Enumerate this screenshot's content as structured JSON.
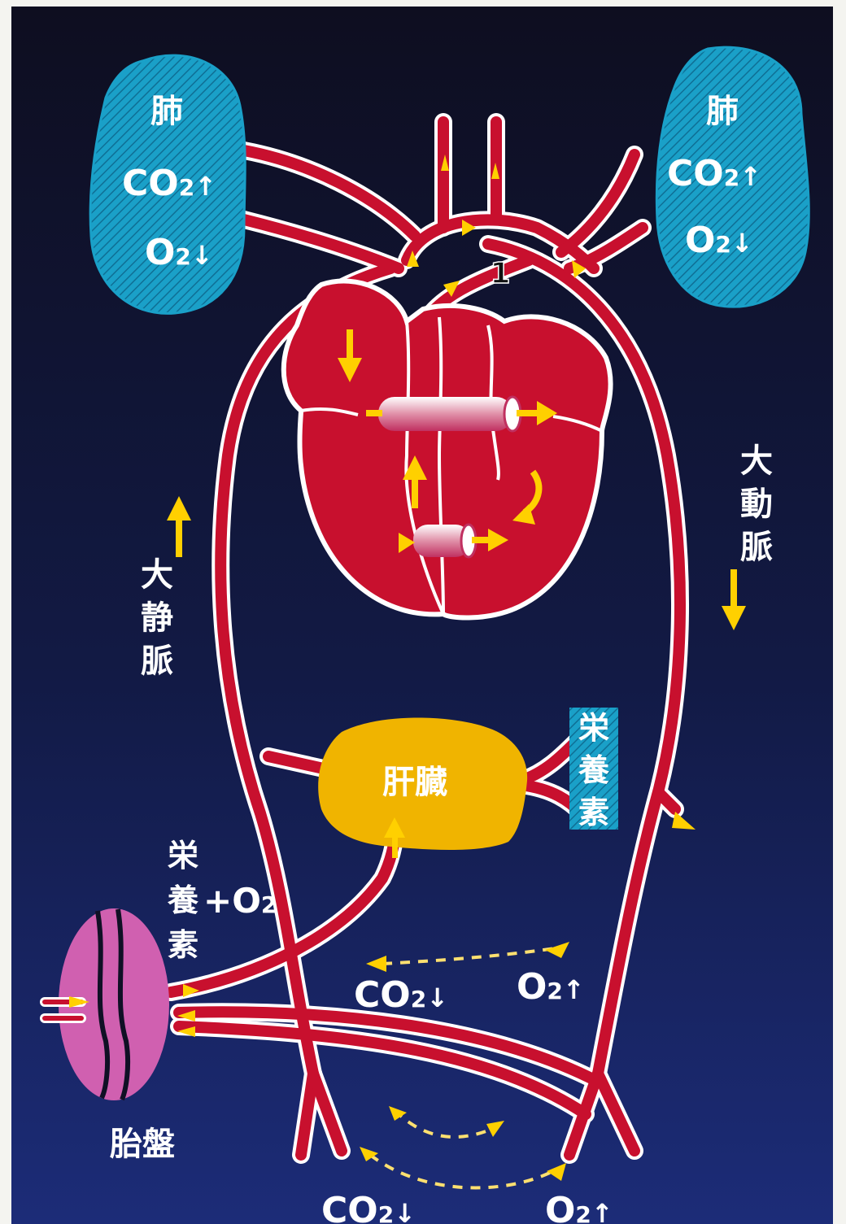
{
  "colors": {
    "background_top": "#101025",
    "background_bottom": "#1a2870",
    "lung": "#1aa0c8",
    "heart": "#c8102e",
    "vessel": "#c8102e",
    "vessel_outline": "#ffffff",
    "liver": "#f0b400",
    "placenta": "#d060b0",
    "arrow": "#ffd000"
  },
  "lung_left": {
    "title": "肺",
    "co2": "CO",
    "co2_sub": "2",
    "co2_arrow": "↑",
    "o2": "O",
    "o2_sub": "2",
    "o2_arrow": "↓"
  },
  "lung_right": {
    "title": "肺",
    "co2": "CO",
    "co2_sub": "2",
    "co2_arrow": "↑",
    "o2": "O",
    "o2_sub": "2",
    "o2_arrow": "↓"
  },
  "ductus_marker": "1",
  "aorta_label": [
    "大",
    "動",
    "脈"
  ],
  "vena_cava_label": [
    "大",
    "静",
    "脈"
  ],
  "liver_label": "肝臓",
  "nutrients_right": [
    "栄",
    "養",
    "素"
  ],
  "nutrients_left": [
    "栄",
    "養",
    "素"
  ],
  "nutrients_plus": "+O",
  "nutrients_plus_sub": "2",
  "placenta_label": "胎盤",
  "exchange_upper": {
    "co2": "CO",
    "co2_sub": "2",
    "co2_arrow": "↓",
    "o2": "O",
    "o2_sub": "2",
    "o2_arrow": "↑"
  },
  "exchange_lower": {
    "co2": "CO",
    "co2_sub": "2",
    "co2_arrow": "↓",
    "o2": "O",
    "o2_sub": "2",
    "o2_arrow": "↑"
  },
  "icons": [
    "up-arrow-icon",
    "down-arrow-icon",
    "right-arrow-icon",
    "triangle-arrow-icon"
  ]
}
